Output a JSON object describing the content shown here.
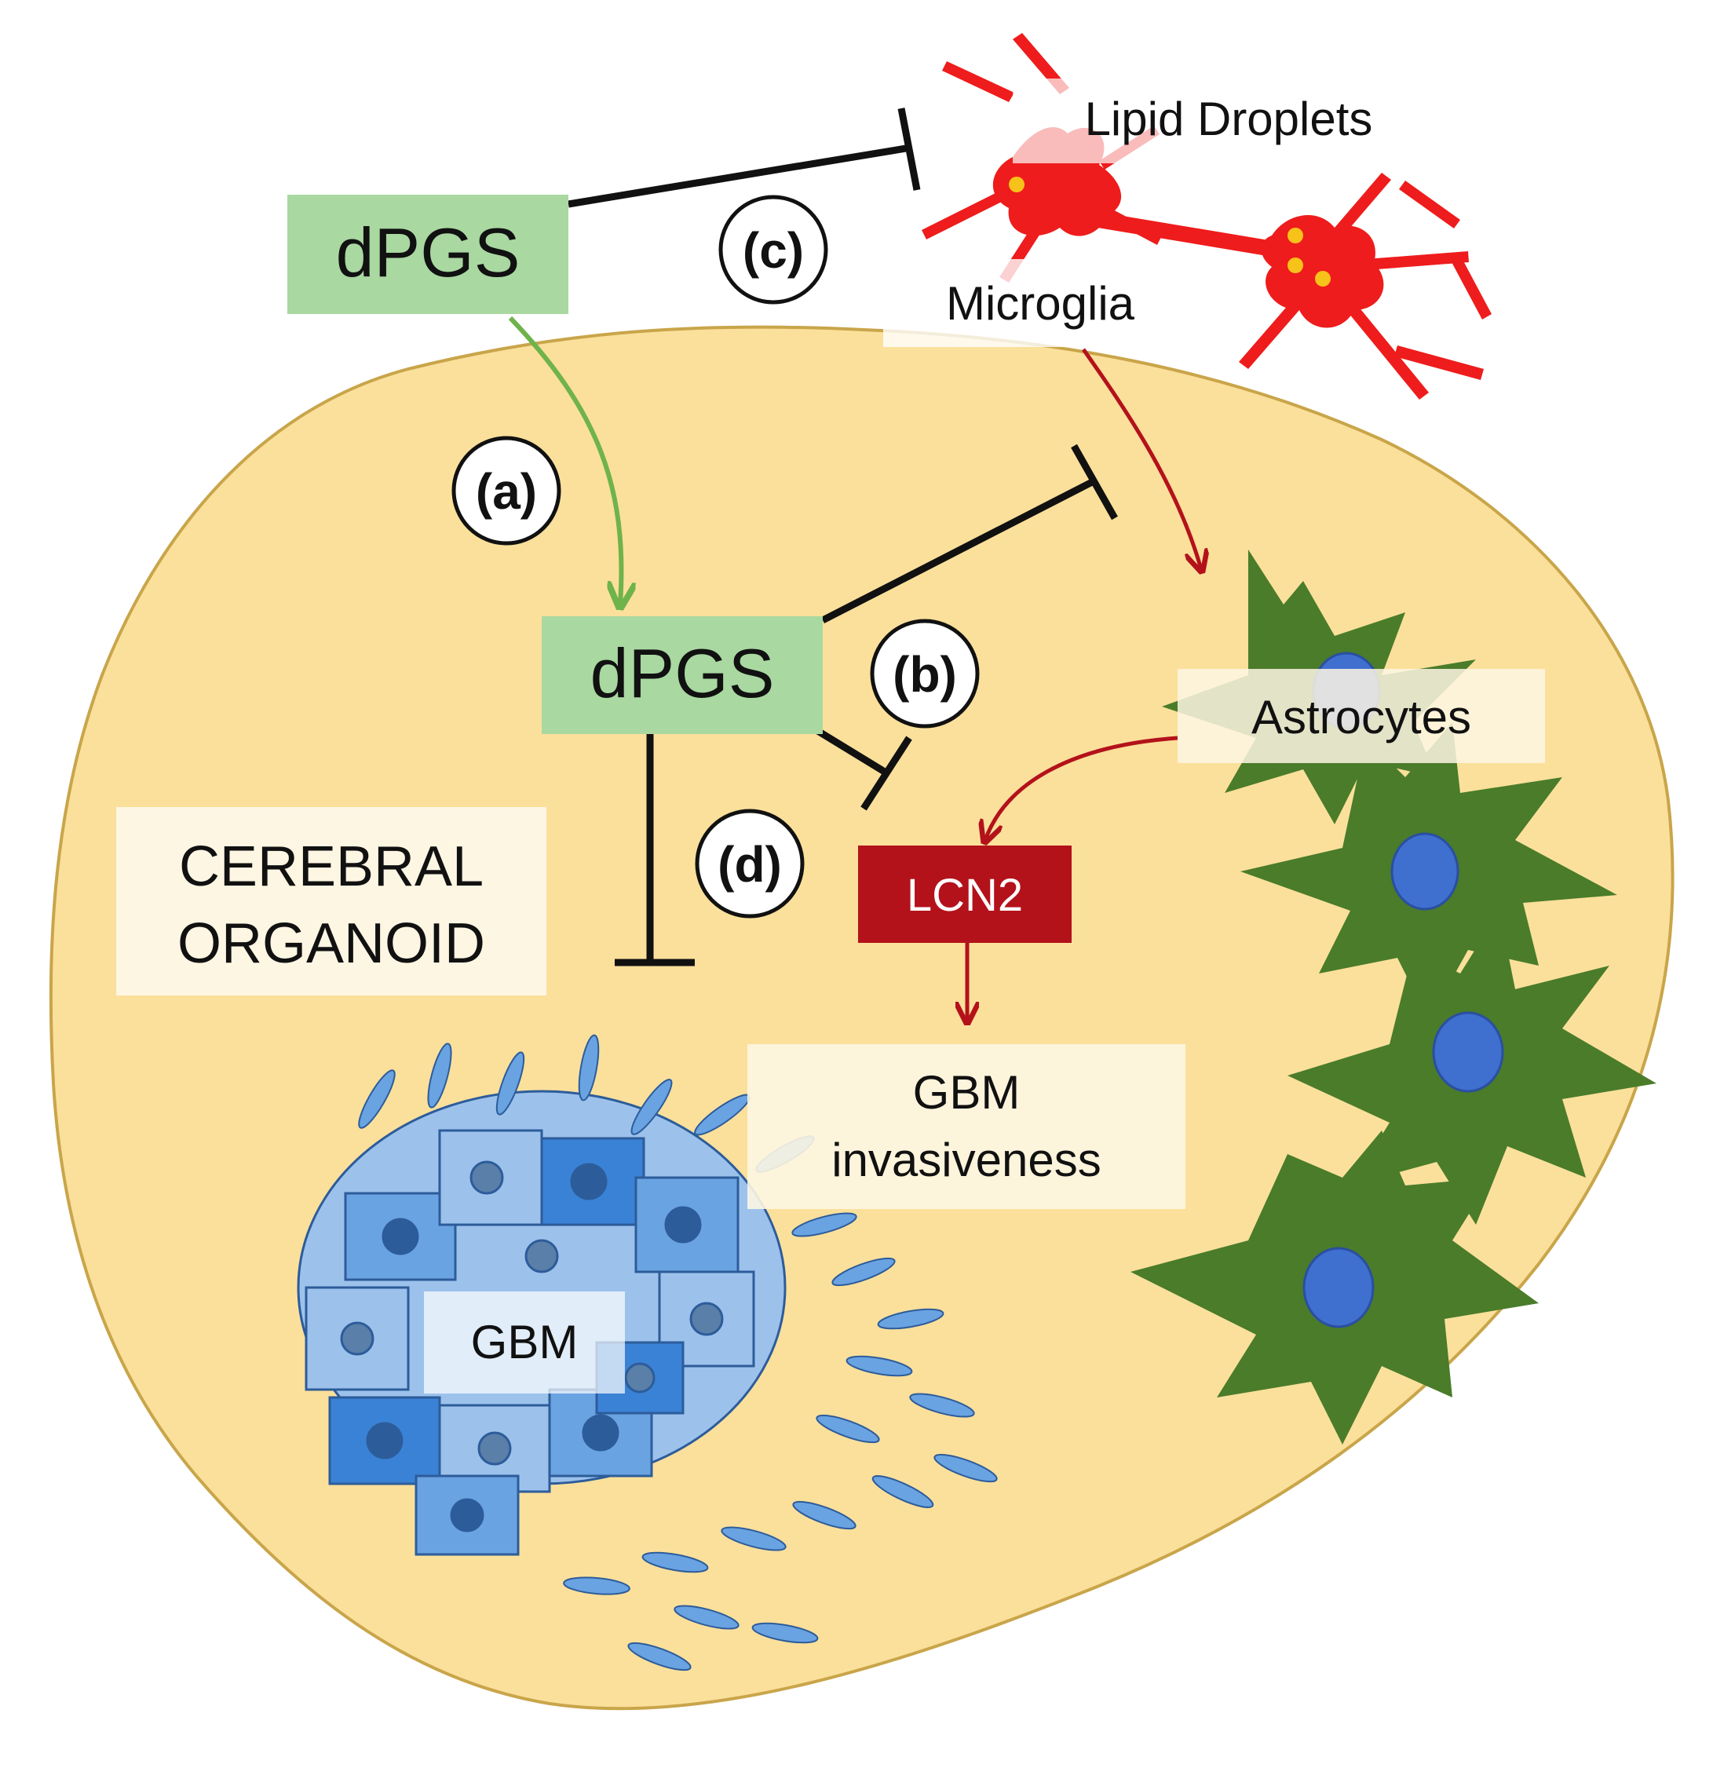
{
  "labels": {
    "dpgs_outer": "dPGS",
    "dpgs_inner": "dPGS",
    "lipid_droplets": "Lipid Droplets",
    "microglia": "Microglia",
    "astrocytes": "Astrocytes",
    "lcn2": "LCN2",
    "gbm_invasiveness_line1": "GBM",
    "gbm_invasiveness_line2": "invasiveness",
    "cerebral_line1": "CEREBRAL",
    "cerebral_line2": "ORGANOID",
    "gbm": "GBM"
  },
  "markers": {
    "a": "(a)",
    "b": "(b)",
    "c": "(c)",
    "d": "(d)"
  },
  "colors": {
    "organoid_fill": "#fbe09b",
    "organoid_stroke": "#c9a54a",
    "dpgs_box": "#a9d8a1",
    "lcn2_box": "#b3121b",
    "microglia": "#ee1c1c",
    "lipid_droplet": "#f7c21a",
    "astrocyte": "#4a7c2a",
    "astrocyte_nucleus": "#3f6fcf",
    "gbm_dark": "#3a82d6",
    "gbm_light": "#9cc2ec",
    "activation_green": "#6fb34b",
    "activation_red": "#b3121b",
    "inhibition": "#111111",
    "label_bg": "#fdf6e3"
  }
}
